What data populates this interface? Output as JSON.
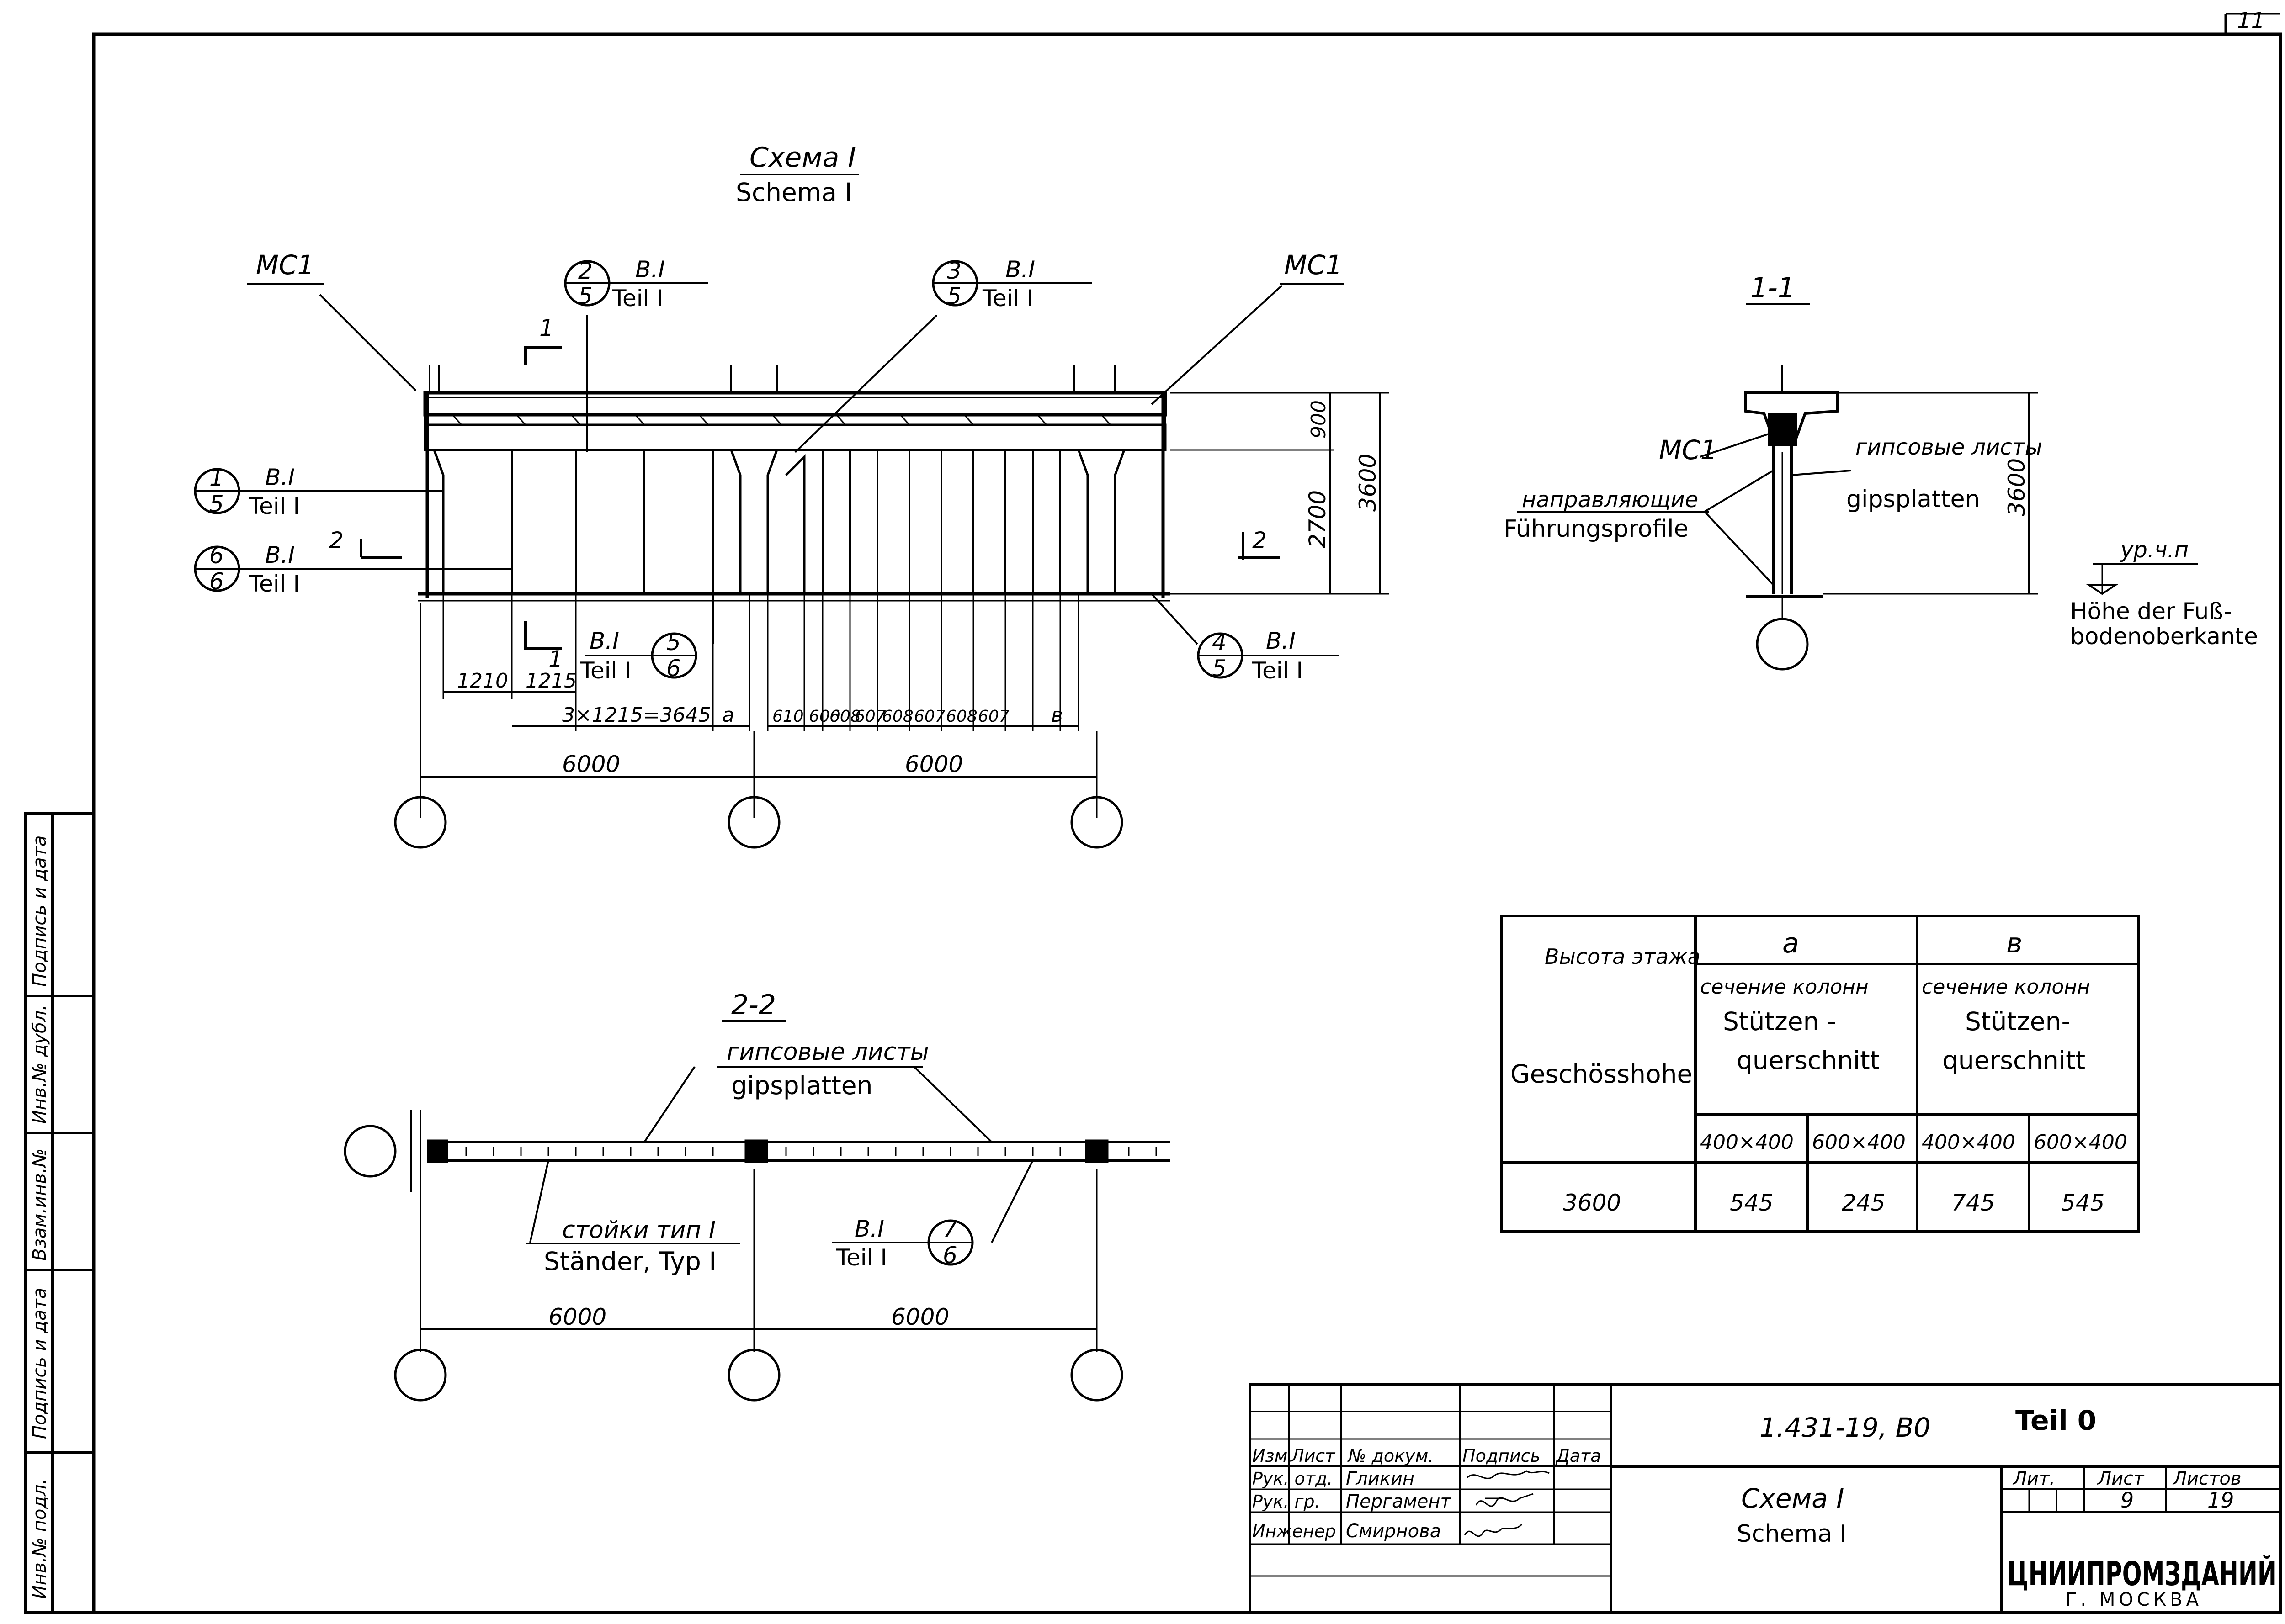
{
  "sheet": {
    "page_number": "11"
  },
  "schema": {
    "title_ru": "Схема I",
    "title_de": "Schema I"
  },
  "labels": {
    "mc1": "МС1",
    "bi": "В.I",
    "teil_i": "Teil I",
    "bi_alt": "B.I"
  },
  "callouts": {
    "c2_top": "2",
    "c2_bot": "5",
    "c3_top": "3",
    "c3_bot": "5",
    "c1_top": "1",
    "c1_bot": "5",
    "c6_top": "6",
    "c6_bot": "6",
    "c5_top": "5",
    "c5_bot": "6",
    "c4_top": "4",
    "c4_bot": "5",
    "c7_top": "7",
    "c7_bot": "6"
  },
  "section_marks": {
    "s1": "1",
    "s2": "2"
  },
  "elevation_dims": {
    "d900": "900",
    "d3600": "3600",
    "d2700": "2700",
    "d1210": "1210",
    "d1215": "1215",
    "d3x1215": "3×1215=3645",
    "a": "а",
    "d610": "610",
    "d600": "600",
    "d608a": "608",
    "d607a": "607",
    "d608b": "608",
    "d607b": "607",
    "d608c": "608",
    "d607c": "607",
    "b": "в",
    "span1": "6000",
    "span2": "6000"
  },
  "section_1_1": {
    "title": "1-1",
    "gips_ru": "гипсовые листы",
    "gips_de": "gipsplatten",
    "guide_ru": "направляющие",
    "guide_de": "Führungsprofile",
    "height": "3600",
    "level": "ур.ч.п",
    "floor_de_1": "Höhe der Fuß-",
    "floor_de_2": "bodenoberkante"
  },
  "section_2_2": {
    "title": "2-2",
    "gips_ru": "гипсовые листы",
    "gips_de": "gipsplatten",
    "stud_ru": "стойки тип I",
    "stud_de": "Ständer, Typ I",
    "span1": "6000",
    "span2": "6000"
  },
  "table": {
    "h_height_ru": "Высота этажа",
    "h_height_de": "Geschösshohe",
    "col_a": "а",
    "col_b": "в",
    "sec_ru": "сечение колонн",
    "sec_de_1": "Stützen -",
    "sec_de_2": "querschnitt",
    "sec_de_1b": "Stützen-",
    "sizes": [
      "400×400",
      "600×400",
      "400×400",
      "600×400"
    ],
    "row_height": "3600",
    "row_values": [
      "545",
      "245",
      "745",
      "545"
    ]
  },
  "side_stamp": [
    "Инв.№ подл.",
    "Подпись и дата",
    "Взам.инв.№",
    "Инв.№ дубл.",
    "Подпись и дата"
  ],
  "title_block": {
    "doc_code": "1.431-19, В0",
    "teil": "Teil 0",
    "col_headers": [
      "Изм.",
      "Лист",
      "№ докум.",
      "Подпись",
      "Дата"
    ],
    "roles": [
      "Рук. отд.",
      "Рук. гр.",
      "Инженер"
    ],
    "names": [
      "Гликин",
      "Пергамент",
      "Смирнова"
    ],
    "sheet_title_ru": "Схема I",
    "sheet_title_de": "Schema I",
    "lit_label": "Лит.",
    "sheet_label": "Лист",
    "sheets_label": "Листов",
    "sheet_no": "9",
    "sheets_total": "19",
    "org": "ЦНИИПРОМЗДАНИЙ",
    "city": "Г. МОСКВА"
  }
}
